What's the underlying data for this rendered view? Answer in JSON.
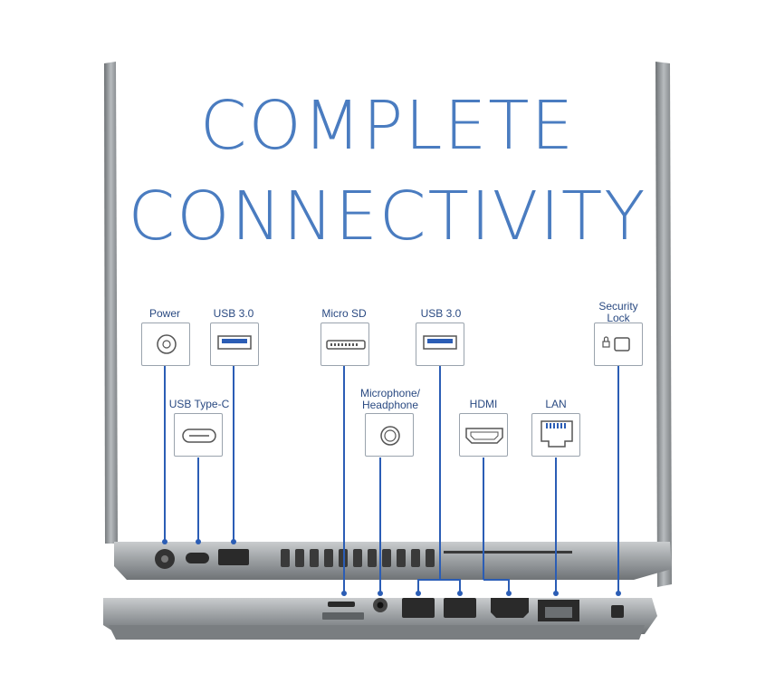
{
  "title": {
    "line1": "COMPLETE",
    "line2": "CONNECTIVITY"
  },
  "ports": {
    "power": "Power",
    "usb30_left": "USB 3.0",
    "usb_type_c": "USB Type-C",
    "micro_sd": "Micro SD",
    "usb30_right": "USB 3.0",
    "microphone_headphone_line1": "Microphone/",
    "microphone_headphone_line2": "Headphone",
    "hdmi": "HDMI",
    "lan": "LAN",
    "security_lock_line1": "Security",
    "security_lock_line2": "Lock"
  },
  "colors": {
    "title": "#4a7cc0",
    "lines": "#2b5db5",
    "label": "#2a4a82",
    "chassis": "#8f9396"
  }
}
